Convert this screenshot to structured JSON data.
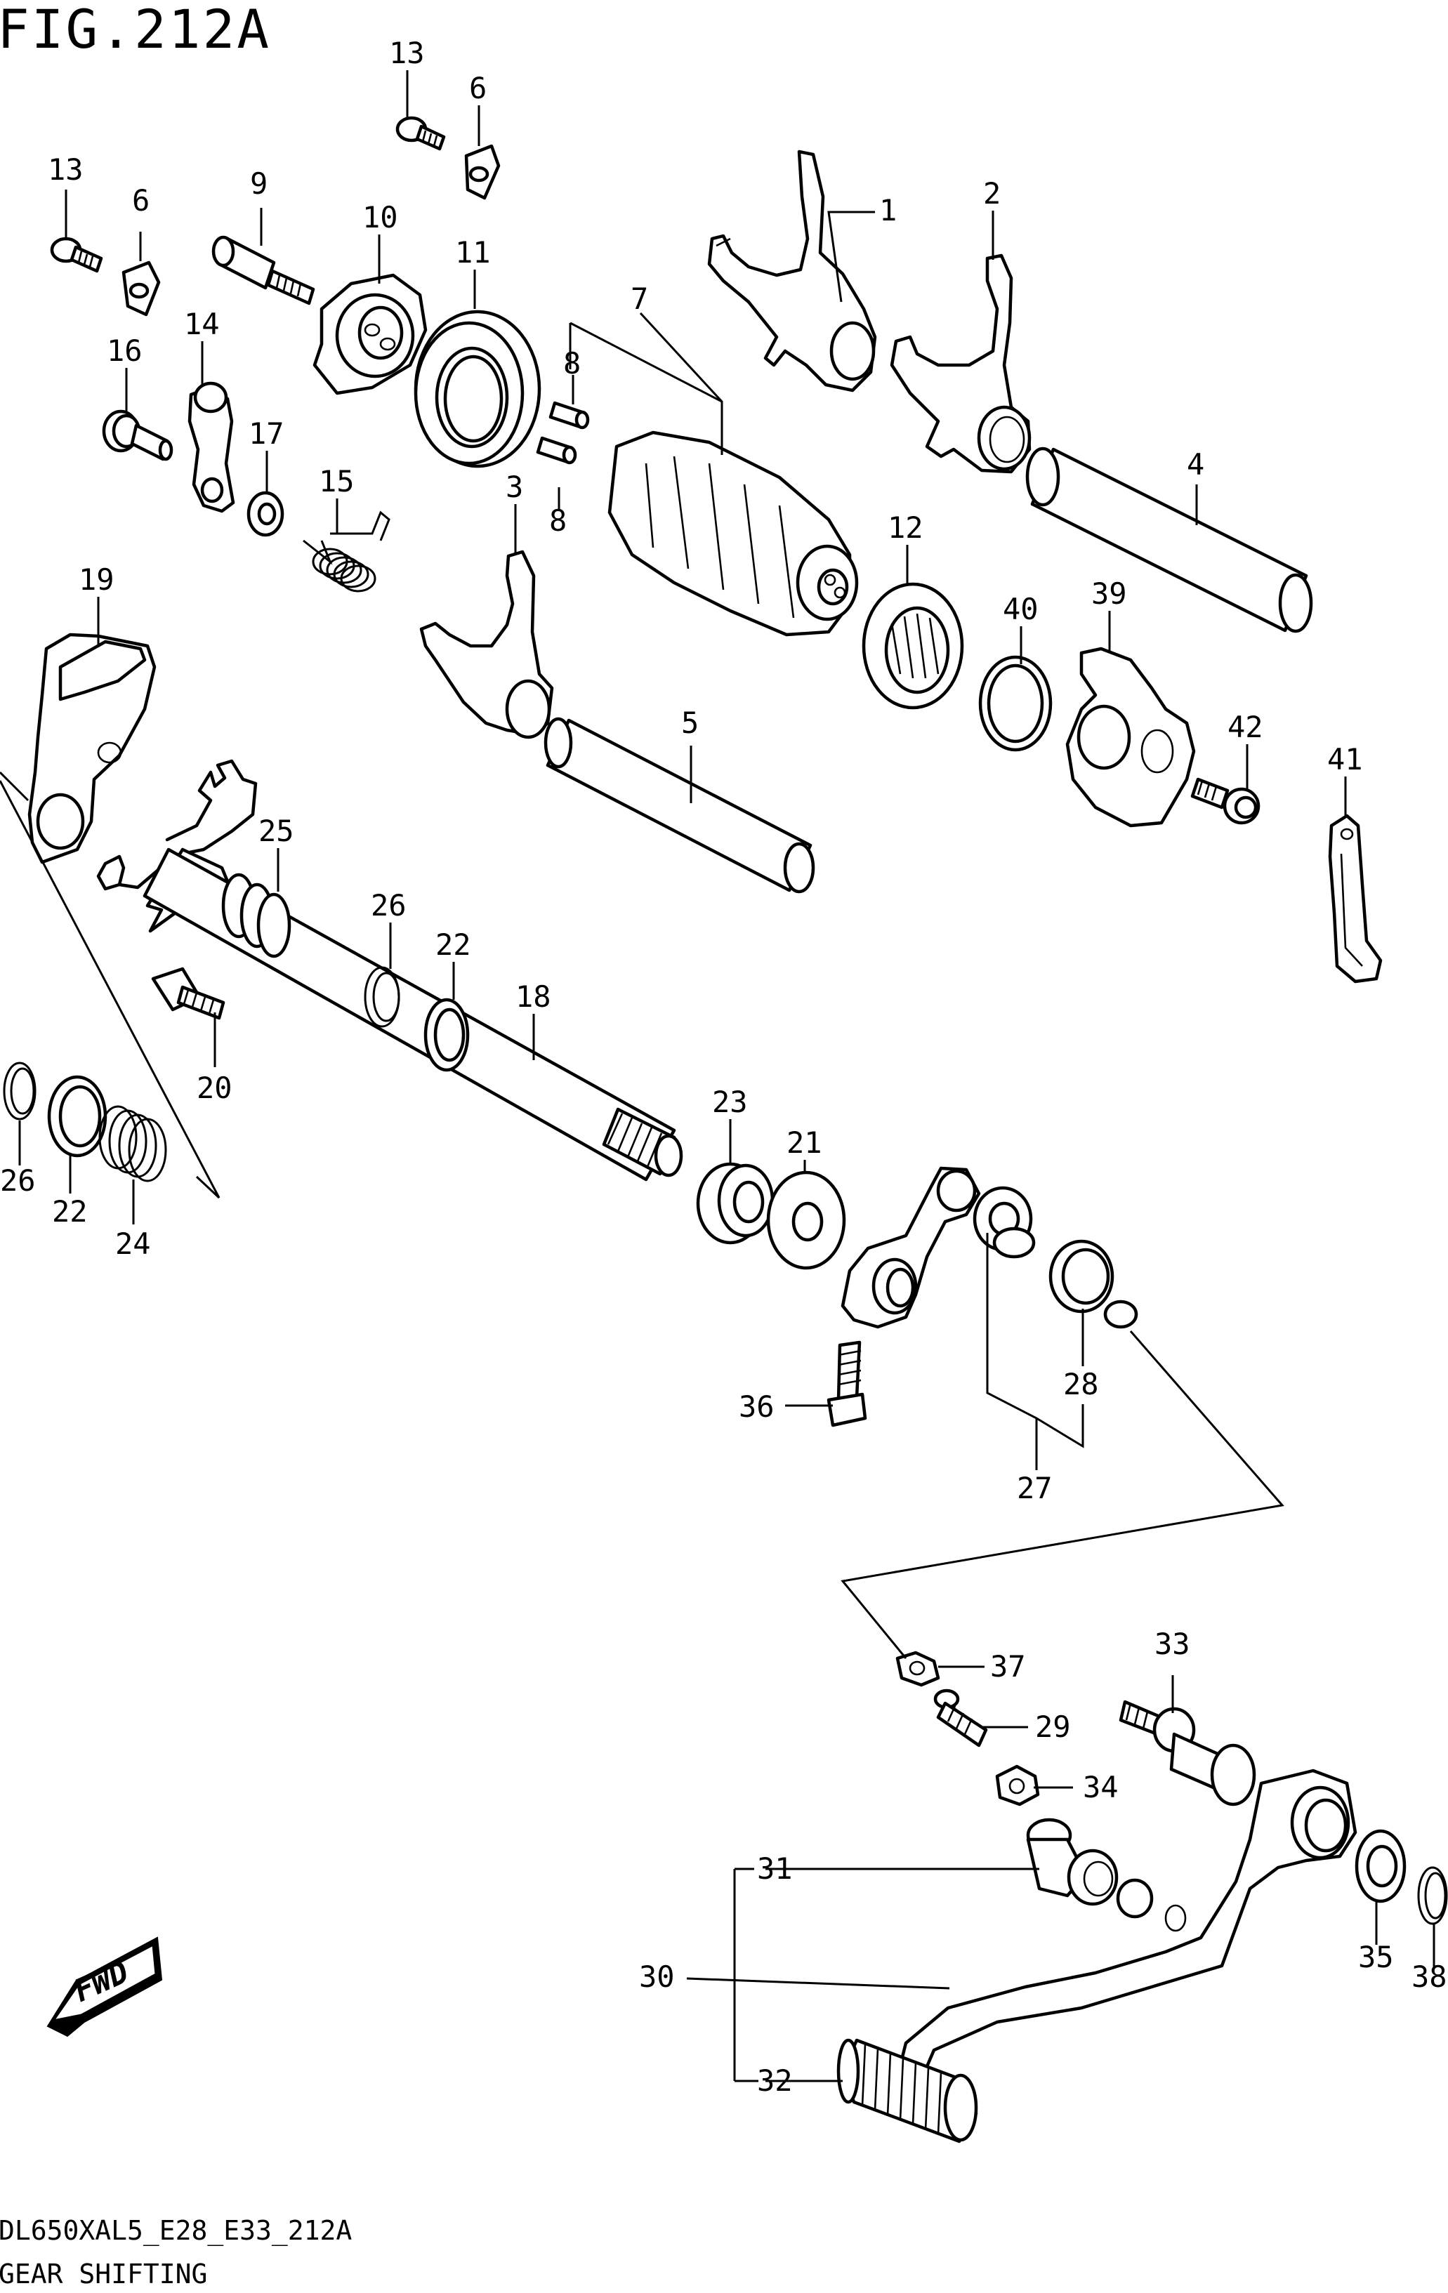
{
  "figure": {
    "title": "FIG.212A"
  },
  "footer": {
    "code": "DL650XAL5_E28_E33_212A",
    "caption": "GEAR SHIFTING"
  },
  "badge": {
    "text": "FWD"
  },
  "callouts": [
    {
      "id": "c13a",
      "text": "13"
    },
    {
      "id": "c6a",
      "text": "6"
    },
    {
      "id": "c13b",
      "text": "13"
    },
    {
      "id": "c6b",
      "text": "6"
    },
    {
      "id": "c9",
      "text": "9"
    },
    {
      "id": "c10",
      "text": "10"
    },
    {
      "id": "c11",
      "text": "11"
    },
    {
      "id": "c1",
      "text": "1"
    },
    {
      "id": "c2",
      "text": "2"
    },
    {
      "id": "c7",
      "text": "7"
    },
    {
      "id": "c8a",
      "text": "8"
    },
    {
      "id": "c8b",
      "text": "8"
    },
    {
      "id": "c16",
      "text": "16"
    },
    {
      "id": "c14",
      "text": "14"
    },
    {
      "id": "c17",
      "text": "17"
    },
    {
      "id": "c15",
      "text": "15"
    },
    {
      "id": "c3",
      "text": "3"
    },
    {
      "id": "c4",
      "text": "4"
    },
    {
      "id": "c12",
      "text": "12"
    },
    {
      "id": "c40",
      "text": "40"
    },
    {
      "id": "c39",
      "text": "39"
    },
    {
      "id": "c19",
      "text": "19"
    },
    {
      "id": "c42",
      "text": "42"
    },
    {
      "id": "c41",
      "text": "41"
    },
    {
      "id": "c5",
      "text": "5"
    },
    {
      "id": "c25",
      "text": "25"
    },
    {
      "id": "c26a",
      "text": "26"
    },
    {
      "id": "c22a",
      "text": "22"
    },
    {
      "id": "c18",
      "text": "18"
    },
    {
      "id": "c20",
      "text": "20"
    },
    {
      "id": "c23",
      "text": "23"
    },
    {
      "id": "c21",
      "text": "21"
    },
    {
      "id": "c26b",
      "text": "26"
    },
    {
      "id": "c22b",
      "text": "22"
    },
    {
      "id": "c24",
      "text": "24"
    },
    {
      "id": "c28",
      "text": "28"
    },
    {
      "id": "c36",
      "text": "36"
    },
    {
      "id": "c27",
      "text": "27"
    },
    {
      "id": "c37",
      "text": "37"
    },
    {
      "id": "c33",
      "text": "33"
    },
    {
      "id": "c29",
      "text": "29"
    },
    {
      "id": "c34",
      "text": "34"
    },
    {
      "id": "c31",
      "text": "31"
    },
    {
      "id": "c30",
      "text": "30"
    },
    {
      "id": "c35",
      "text": "35"
    },
    {
      "id": "c38",
      "text": "38"
    },
    {
      "id": "c32",
      "text": "32"
    }
  ]
}
